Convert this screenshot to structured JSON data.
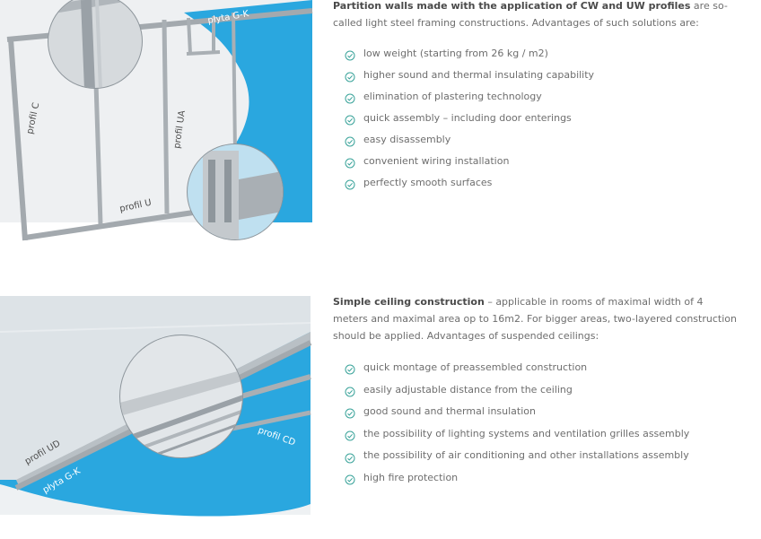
{
  "section1": {
    "lead": "Partition walls made with the application of CW and UW profiles",
    "text": " are so-called light steel framing constructions. Advantages of such solutions are:",
    "labels": {
      "plyta": "płyta G-K",
      "profil_c": "profil C",
      "profil_u": "profil U",
      "profil_ua": "profil UA"
    },
    "items": [
      "low weight (starting from 26 kg / m2)",
      "higher sound and thermal insulating capability",
      "elimination of plastering technology",
      "quick assembly – including door enterings",
      "easy disassembly",
      "convenient wiring installation",
      "perfectly smooth surfaces"
    ]
  },
  "section2": {
    "lead": "Simple ceiling construction",
    "text": " – applicable in rooms of maximal width of 4 meters and maximal area op to 16m2. For bigger areas, two-layered construction should be applied. Advantages of suspended ceilings:",
    "labels": {
      "profil_ud": "profil UD",
      "profil_cd": "profil CD",
      "plyta": "płyta G-K"
    },
    "items": [
      "quick montage of preassembled construction",
      "easily adjustable distance from the ceiling",
      "good sound and thermal insulation",
      "the possibility of lighting systems and ventilation grilles assembly",
      "the possibility of air conditioning and other installations assembly",
      "high fire protection"
    ]
  },
  "colors": {
    "accent_blue": "#2aa7df",
    "check_teal": "#3aa39a",
    "frame_grey": "#9aa1a7"
  },
  "icons": {
    "list_bullet": "check-circle-icon"
  }
}
